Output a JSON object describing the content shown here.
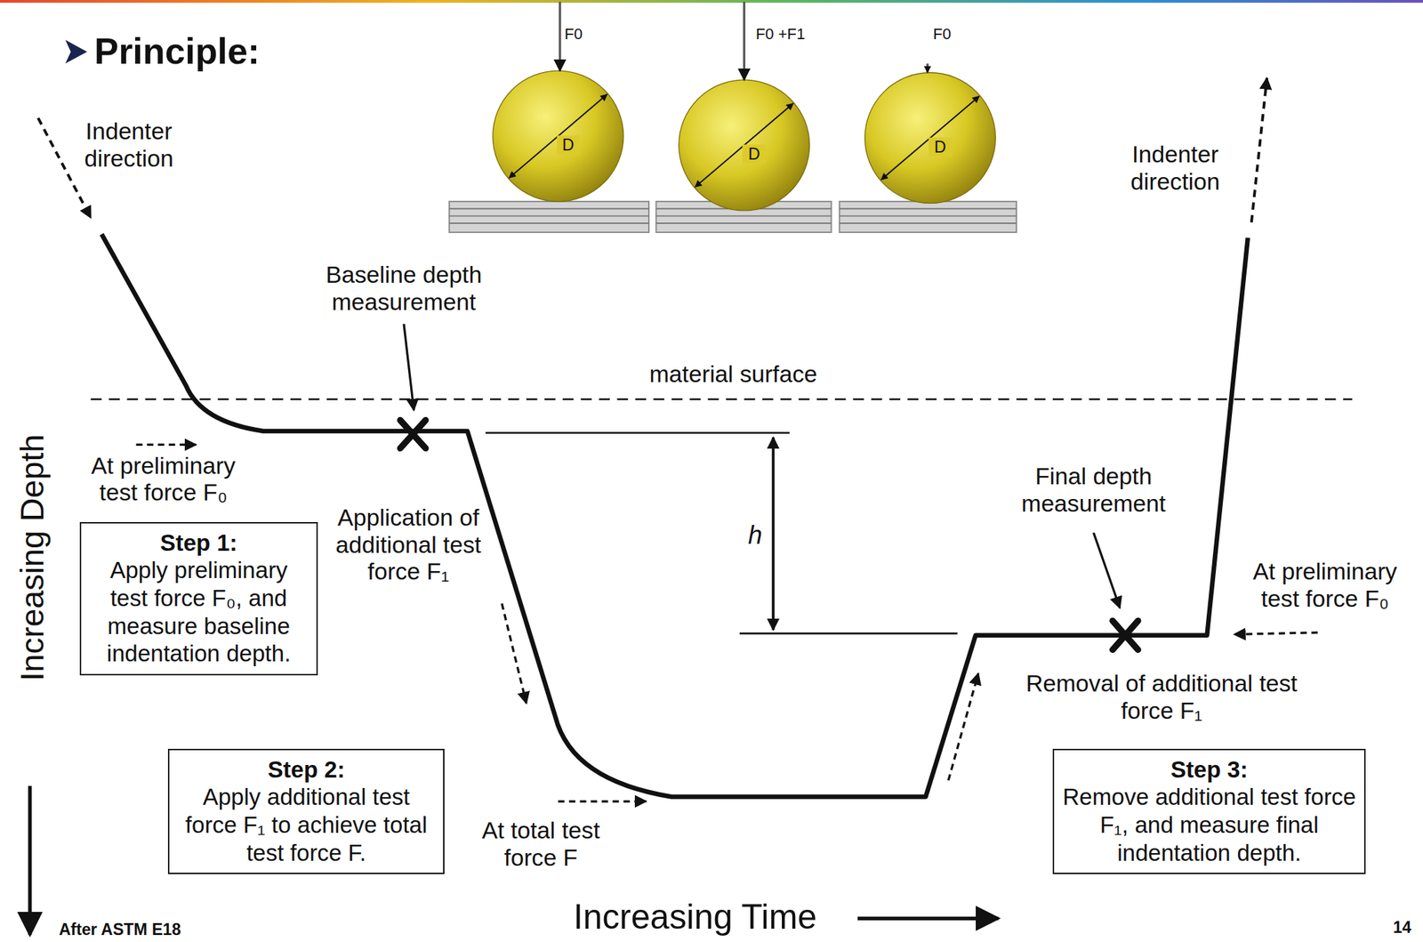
{
  "diagram": {
    "title": "Principle:",
    "nodes": [
      {
        "text": [
          "Step 1:",
          "Apply preliminary test force F₀, and measure baseline indentation depth."
        ]
      },
      {
        "text": [
          "Step 2:",
          "Apply additional test force F₁ to achieve total test force F."
        ]
      },
      {
        "text": [
          "Step 3:",
          "Remove additional test force F₁, and measure final indentation depth."
        ]
      }
    ],
    "labels": [
      "F0",
      "F0 +F1",
      "F0",
      "D",
      "D",
      "D",
      "Indenter direction",
      "Baseline depth measurement",
      "material surface",
      "At preliminary test force F₀",
      "Application of additional test force F₁",
      "h",
      "Final depth measurement",
      "Removal of additional test force F₁",
      "At total test force F",
      "At preliminary test force F₀",
      "Indenter direction",
      "Increasing Depth",
      "Increasing Time",
      "After ASTM E18",
      "14"
    ]
  }
}
